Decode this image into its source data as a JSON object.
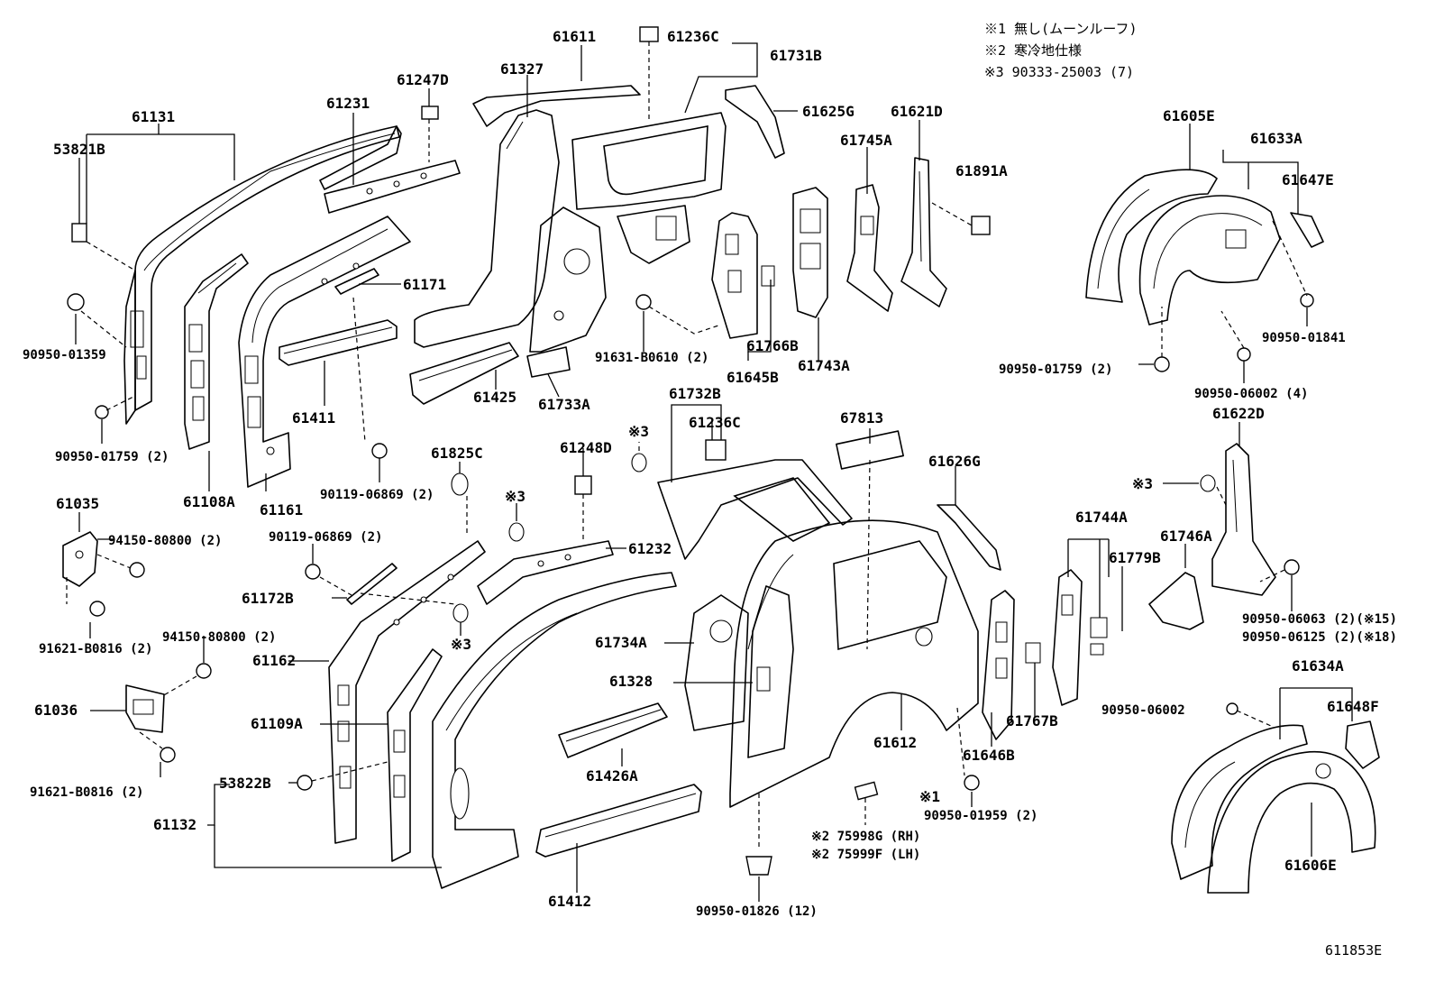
{
  "legend_notes": {
    "note1": "※1 無し(ムーンルーフ)",
    "note2": "※2 寒冷地仕様",
    "note3": "※3 90333-25003 (7)"
  },
  "figure_code": "611853E",
  "part_labels": {
    "p61611": "61611",
    "p61236C_top": "61236C",
    "p61731B": "61731B",
    "p61327": "61327",
    "p61247D": "61247D",
    "p61231": "61231",
    "p61131": "61131",
    "p53821B": "53821B",
    "p61625G": "61625G",
    "p61621D": "61621D",
    "p61745A": "61745A",
    "p61891A": "61891A",
    "p61605E": "61605E",
    "p61633A": "61633A",
    "p61647E": "61647E",
    "p61171": "61171",
    "p90950_01359": "90950-01359",
    "p91631_B0610": "91631-B0610 (2)",
    "p61766B": "61766B",
    "p61645B": "61645B",
    "p61743A": "61743A",
    "p90950_01841": "90950-01841",
    "p90950_01759_r": "90950-01759 (2)",
    "p90950_06002_4": "90950-06002 (4)",
    "p61411": "61411",
    "p61425": "61425",
    "p61733A": "61733A",
    "p61732B": "61732B",
    "p61236C_mid": "61236C",
    "p67813": "67813",
    "p61622D": "61622D",
    "p90950_01759_l": "90950-01759 (2)",
    "p90119_06869_a": "90119-06869 (2)",
    "p61108A": "61108A",
    "p61161": "61161",
    "p61825C": "61825C",
    "p61248D": "61248D",
    "p61626G": "61626G",
    "note3_a": "※3",
    "note3_b": "※3",
    "note3_c": "※3",
    "note3_d": "※3",
    "p61035": "61035",
    "p94150_80800_a": "94150-80800 (2)",
    "p90119_06869_b": "90119-06869 (2)",
    "p61232": "61232",
    "p61744A": "61744A",
    "p61779B": "61779B",
    "p61746A": "61746A",
    "p61172B": "61172B",
    "p91621_B0816_a": "91621-B0816 (2)",
    "p94150_80800_b": "94150-80800 (2)",
    "p61734A": "61734A",
    "p90950_06063": "90950-06063 (2)(※15)",
    "p90950_06125": "90950-06125 (2)(※18)",
    "p61162": "61162",
    "p61634A": "61634A",
    "p61328": "61328",
    "p90950_06002": "90950-06002",
    "p61648F": "61648F",
    "p61036": "61036",
    "p61109A": "61109A",
    "p61767B": "61767B",
    "p61612": "61612",
    "p61646B": "61646B",
    "p61426A": "61426A",
    "p53822B": "53822B",
    "p91621_B0816_b": "91621-B0816 (2)",
    "note1_mark": "※1",
    "p90950_01959": "90950-01959 (2)",
    "p61132": "61132",
    "p75998G": "※2 75998G (RH)",
    "p75999F": "※2 75999F (LH)",
    "p61606E": "61606E",
    "p61412": "61412",
    "p90950_01826": "90950-01826 (12)"
  }
}
